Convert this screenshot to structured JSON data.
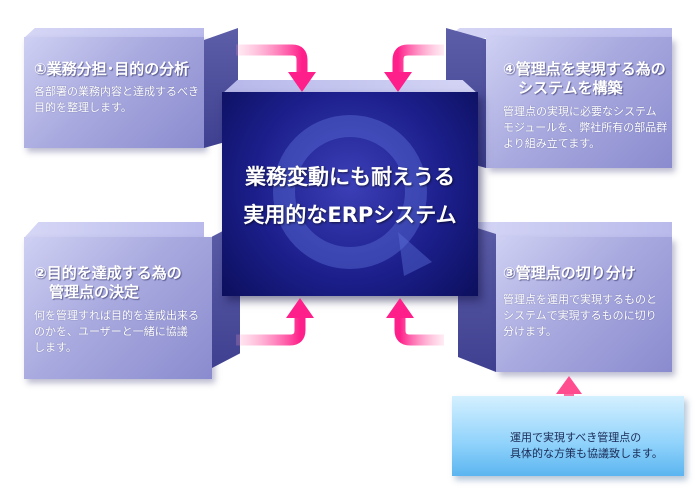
{
  "center": {
    "line1": "業務変動にも耐えうる",
    "line2": "実用的なERPシステム"
  },
  "boxes": [
    {
      "title": "①業務分担･目的の分析",
      "desc": "各部署の業務内容と達成するべき\n目的を整理します。"
    },
    {
      "title": "④管理点を実現する為の\n　システムを構築",
      "desc": "管理点の実現に必要なシステム\nモジュールを、弊社所有の部品群\nより組み立てます。"
    },
    {
      "title": "②目的を達成する為の\n　管理点の決定",
      "desc": "何を管理すれば目的を達成出来る\nのかを、ユーザーと一緒に協議\nします。"
    },
    {
      "title": "③管理点の切り分け",
      "desc": "管理点を運用で実現するものと\nシステムで実現するものに切り\n分けます。"
    }
  ],
  "note": {
    "text": "運用で実現すべき管理点の\n具体的な方策も協議致します。"
  },
  "colors": {
    "arrow": "#ff1f8a",
    "note_arrow": "#ff4d8f",
    "box": "#a9aadf",
    "center": "#1c1f8c",
    "note": "#8fd2fb"
  },
  "icons": {
    "center_loop": "circular-arrow-icon"
  }
}
